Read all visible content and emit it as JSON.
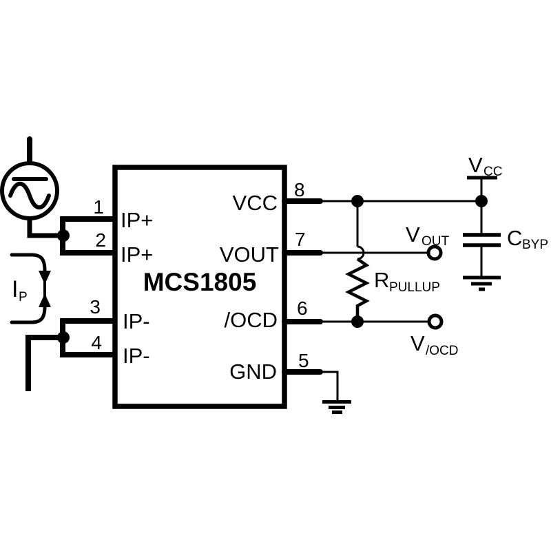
{
  "schematic": {
    "background": "#ffffff",
    "line_color": "#000000",
    "ic": {
      "part_number": "MCS1805",
      "pins": [
        {
          "number": "1",
          "label": "IP+"
        },
        {
          "number": "2",
          "label": "IP+"
        },
        {
          "number": "3",
          "label": "IP-"
        },
        {
          "number": "4",
          "label": "IP-"
        },
        {
          "number": "5",
          "label": "GND"
        },
        {
          "number": "6",
          "label": "/OCD"
        },
        {
          "number": "7",
          "label": "VOUT"
        },
        {
          "number": "8",
          "label": "VCC"
        }
      ]
    },
    "labels": {
      "primary_current": {
        "base": "I",
        "sub": "P"
      },
      "supply_rail": {
        "base": "V",
        "sub": "CC"
      },
      "bypass_capacitor": {
        "base": "C",
        "sub": "BYP"
      },
      "pullup_resistor": {
        "base": "R",
        "sub": "PULLUP"
      },
      "output_terminal": {
        "base": "V",
        "sub": "OUT"
      },
      "ocd_terminal": {
        "base": "V",
        "sub": "/OCD"
      }
    }
  }
}
